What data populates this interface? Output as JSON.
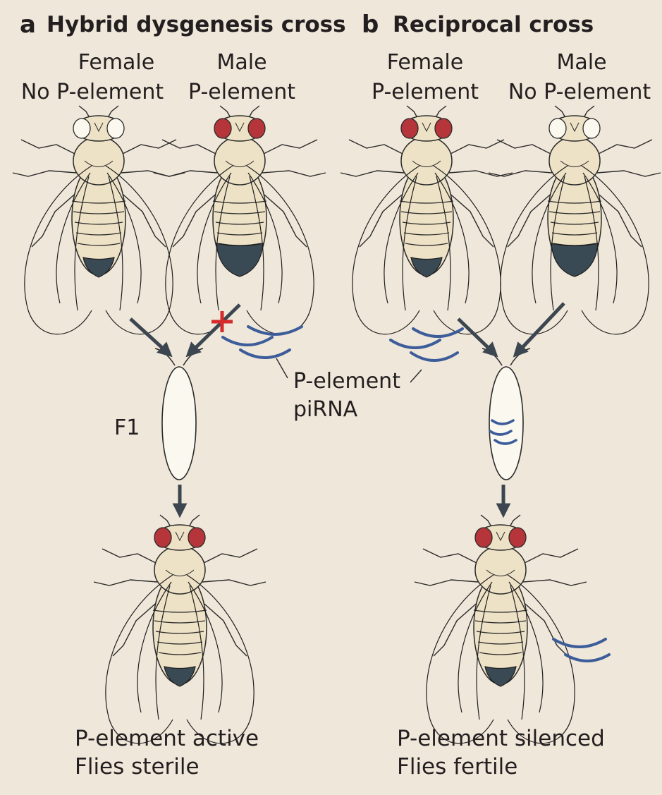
{
  "panel_a": {
    "letter": "a",
    "title": "Hybrid dysgenesis cross",
    "female_label": "Female",
    "female_genotype": "No P-element",
    "male_label": "Male",
    "male_genotype": "P-element",
    "generation_label": "F1",
    "outcome_line1": "P-element active",
    "outcome_line2": "Flies sterile"
  },
  "panel_b": {
    "letter": "b",
    "title": "Reciprocal cross",
    "female_label": "Female",
    "female_genotype": "P-element",
    "male_label": "Male",
    "male_genotype": "No P-element",
    "outcome_line1": "P-element silenced",
    "outcome_line2": "Flies fertile"
  },
  "pirna_label_line1": "P-element",
  "pirna_label_line2": "piRNA",
  "colors": {
    "background": "#efe7d9",
    "arrow": "#3b4650",
    "pirna": "#3c5d9a",
    "block_cross": "#d52b2b",
    "red_eye": "#b5353a",
    "white_eye": "#fbf8f0",
    "thorax": "#ede1c6",
    "abdomen_dark": "#3a4a55"
  }
}
